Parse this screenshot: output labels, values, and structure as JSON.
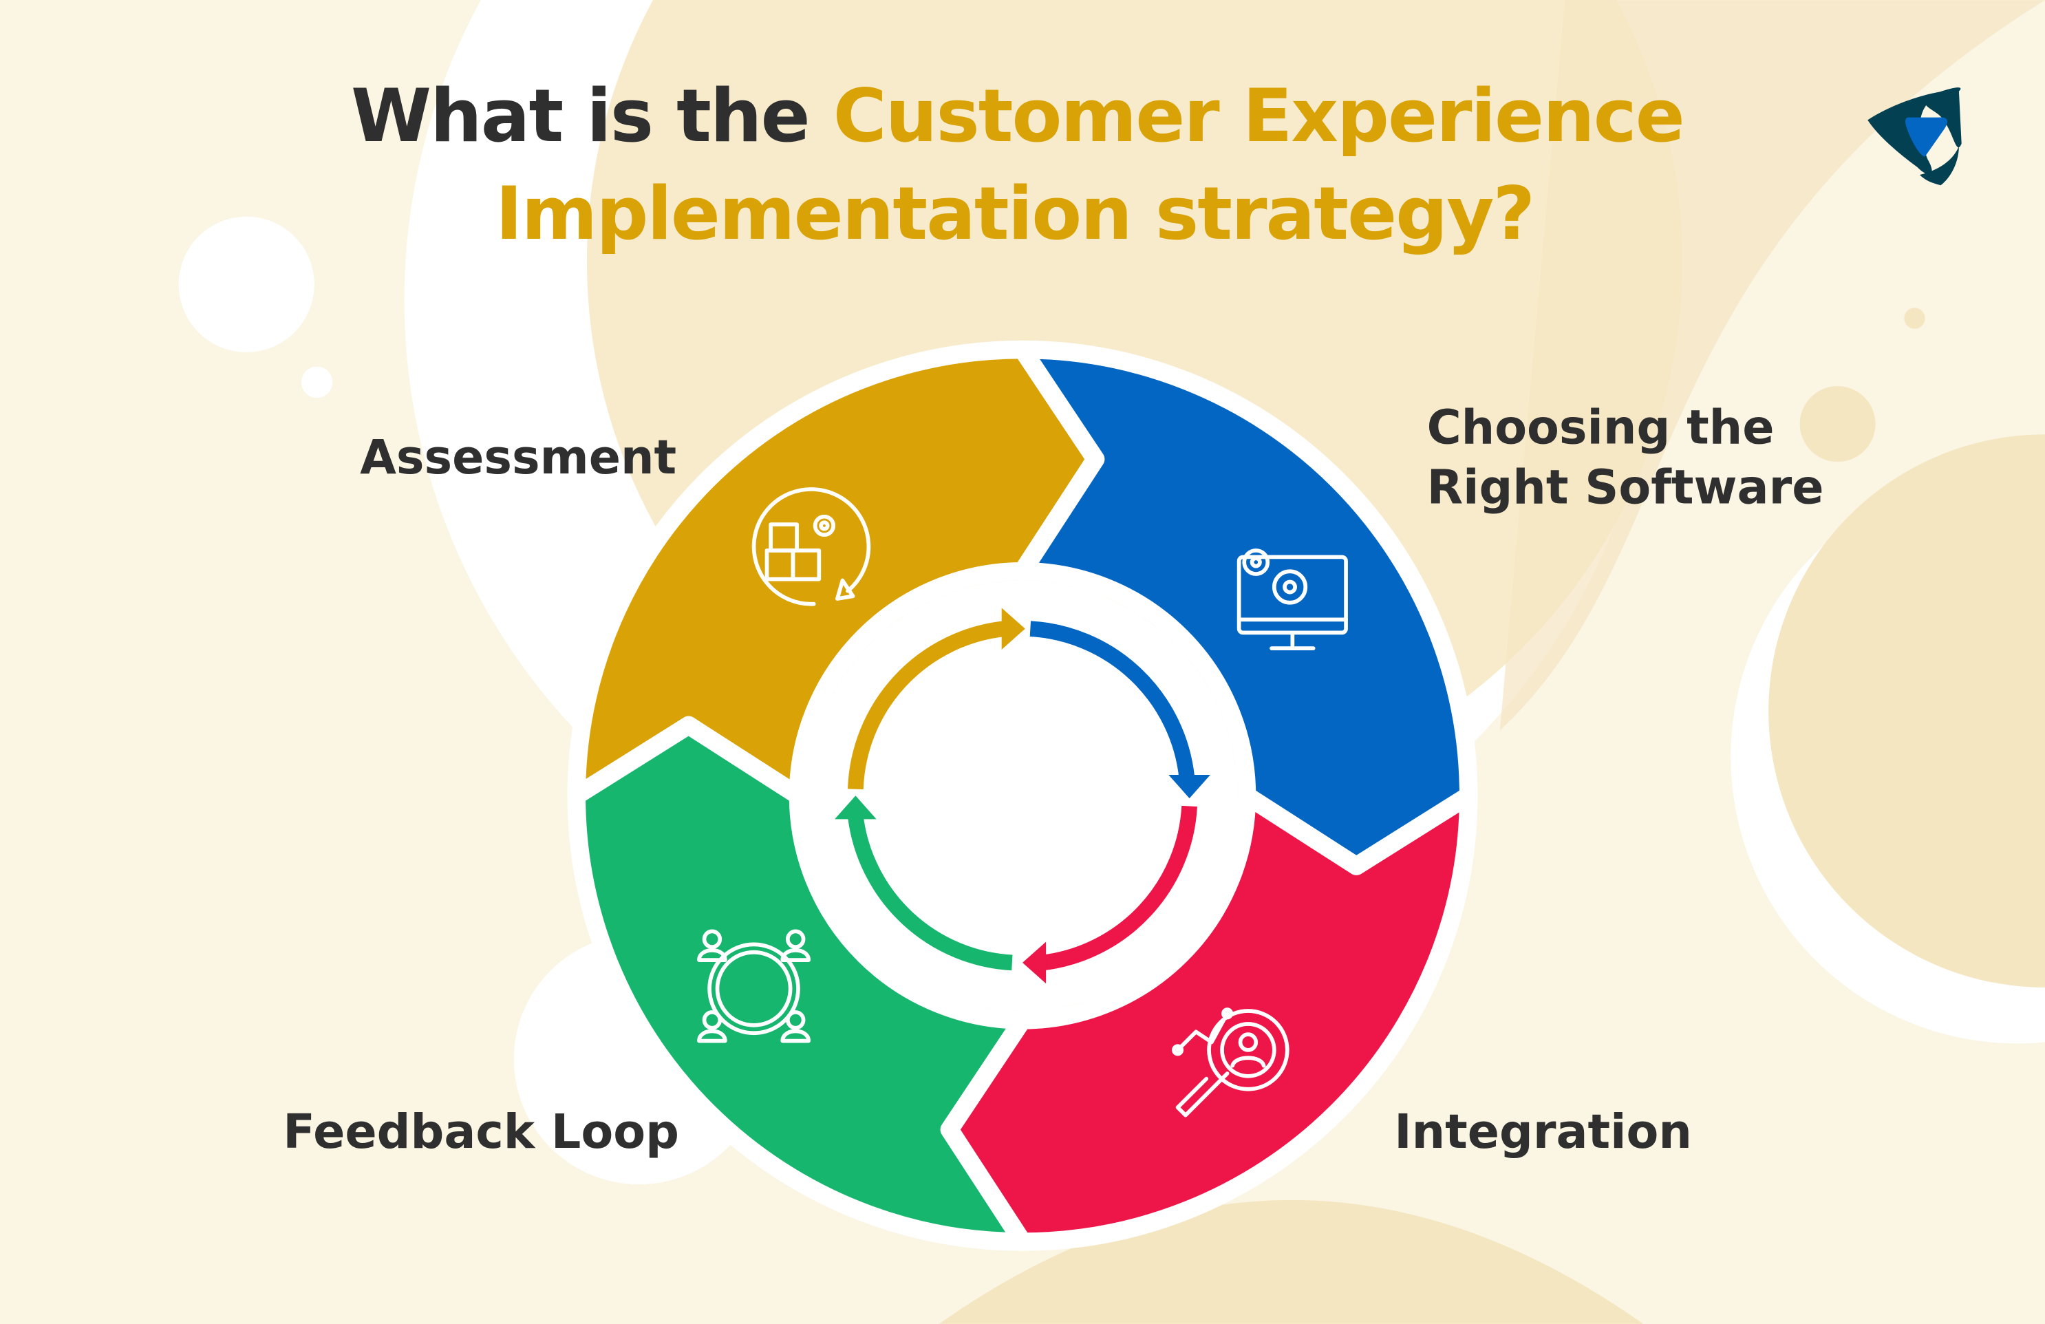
{
  "title": {
    "line1_dark": "What is the ",
    "line1_accent": "Customer Experience",
    "line2_accent": "Implementation strategy?"
  },
  "steps": [
    {
      "label": "Assessment",
      "color": "#D9A206",
      "icon": "boxes-gear-cycle-icon"
    },
    {
      "label_line1": "Choosing the",
      "label_line2": "Right Software",
      "color": "#0366C2",
      "icon": "monitor-gears-icon"
    },
    {
      "label": "Integration",
      "color": "#EE1548",
      "icon": "gear-magnifier-user-icon"
    },
    {
      "label": "Feedback Loop",
      "color": "#17B66E",
      "icon": "people-circle-icon"
    }
  ],
  "colors": {
    "background": "#FBF5E4",
    "blob": "#F5E6C2",
    "text_dark": "#2F2F2F",
    "accent": "#D9A206",
    "logo_dark": "#034152",
    "logo_blue": "#0366C2"
  }
}
